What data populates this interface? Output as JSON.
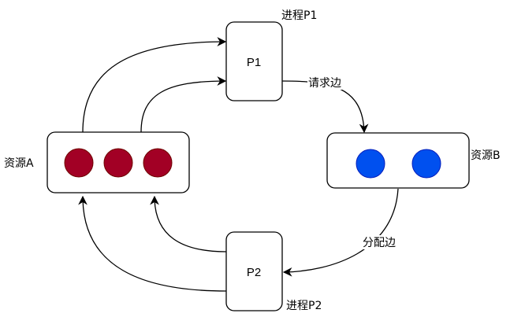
{
  "diagram": {
    "processes": [
      {
        "id": "P1",
        "label": "P1",
        "caption": "进程P1"
      },
      {
        "id": "P2",
        "label": "P2",
        "caption": "进程P2"
      }
    ],
    "resources": [
      {
        "id": "A",
        "caption": "资源A",
        "instances": 3,
        "color": "#a20025",
        "stroke": "#6f0000"
      },
      {
        "id": "B",
        "caption": "资源B",
        "instances": 2,
        "color": "#0050ef",
        "stroke": "#001dbc"
      }
    ],
    "edges": [
      {
        "from": "A",
        "to": "P1",
        "type": "assignment-out",
        "label": ""
      },
      {
        "from": "A",
        "to": "P1",
        "type": "assignment-out",
        "label": ""
      },
      {
        "from": "P1",
        "to": "B",
        "type": "request",
        "label": "请求边"
      },
      {
        "from": "B",
        "to": "P2",
        "type": "assignment",
        "label": "分配边"
      },
      {
        "from": "P2",
        "to": "A",
        "type": "request",
        "label": ""
      },
      {
        "from": "P2",
        "to": "A",
        "type": "request",
        "label": ""
      }
    ]
  }
}
